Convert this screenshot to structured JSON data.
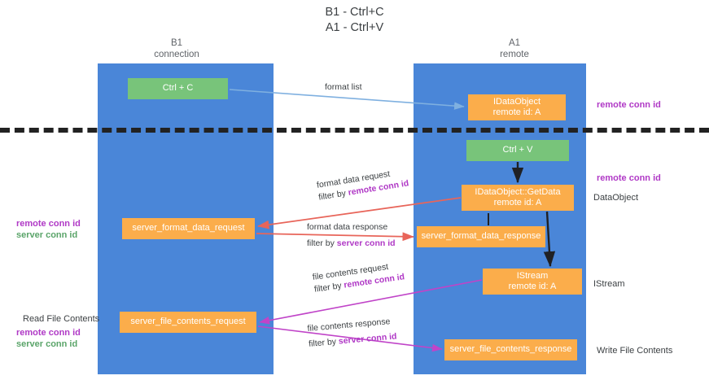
{
  "title": {
    "line1": "B1 - Ctrl+C",
    "line2": "A1 - Ctrl+V"
  },
  "columns": [
    {
      "id": "b1",
      "name": "B1",
      "role": "connection"
    },
    {
      "id": "a1",
      "name": "A1",
      "role": "remote"
    }
  ],
  "nodes": {
    "idataobject": {
      "line1": "IDataObject",
      "line2": "remote id: A",
      "color": "#fbad4b"
    },
    "ctrl_c": {
      "line1": "Ctrl + C",
      "line2": "",
      "color": "#78c47a"
    },
    "ctrl_v": {
      "line1": "Ctrl + V",
      "line2": "",
      "color": "#78c47a"
    },
    "getdata": {
      "line1": "IDataObject::GetData",
      "line2": "remote id: A",
      "color": "#fbad4b"
    },
    "sfd_request": {
      "line1": "server_format_data_request",
      "line2": "",
      "color": "#fbad4b"
    },
    "sfd_response": {
      "line1": "server_format_data_response",
      "line2": "",
      "color": "#fbad4b"
    },
    "istream": {
      "line1": "IStream",
      "line2": "remote id: A",
      "color": "#fbad4b"
    },
    "sfc_request": {
      "line1": "server_file_contents_request",
      "line2": "",
      "color": "#fbad4b"
    },
    "sfc_response": {
      "line1": "server_file_contents_response",
      "line2": "",
      "color": "#fbad4b"
    }
  },
  "edge_labels": {
    "format_list": {
      "text": "format list"
    },
    "format_data_request": {
      "text": "format data request",
      "filter_prefix": "filter by ",
      "filter_key": "remote conn id"
    },
    "format_data_response": {
      "text": "format data response",
      "filter_prefix": "filter by ",
      "filter_key": "server conn id"
    },
    "file_contents_request": {
      "text": "file contents request",
      "filter_prefix": "filter by ",
      "filter_key": "remote conn id"
    },
    "file_contents_response": {
      "text": "file contents response",
      "filter_prefix": "filter by ",
      "filter_key": "server conn id"
    }
  },
  "annotations": {
    "right_remote_top": "remote conn id",
    "right_remote_mid": "remote conn id",
    "right_dataobject": "DataObject",
    "right_istream": "IStream",
    "right_writefc": "Write File Contents",
    "left_remote_mid": "remote conn id",
    "left_server_mid": "server conn id",
    "left_readfc": "Read File Contents",
    "left_remote_bot": "remote conn id",
    "left_server_bot": "server conn id"
  },
  "colors": {
    "lane": "#4a86d8",
    "node_orange": "#fbad4b",
    "node_green": "#78c47a",
    "key_magenta": "#b039c6",
    "key_green": "#5aa469",
    "arrow_blue": "#7fb0e0",
    "arrow_red": "#e8655a",
    "arrow_magenta": "#c044c8",
    "arrow_dark": "#202124",
    "divider": "#222222",
    "text": "#3c4043"
  }
}
